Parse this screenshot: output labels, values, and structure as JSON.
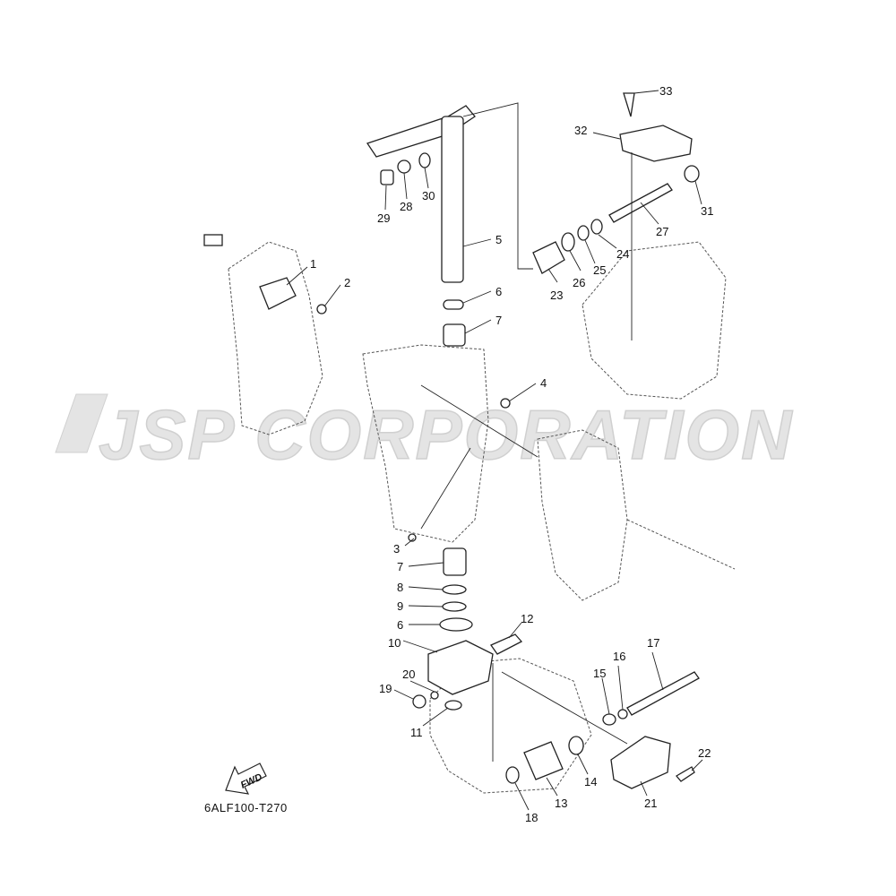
{
  "watermark": "JSP CORPORATION",
  "diagram_code": "6ALF100-T270",
  "fwd_label": "FWD",
  "callouts": [
    "33",
    "32",
    "31",
    "27",
    "24",
    "25",
    "26",
    "23",
    "29",
    "28",
    "30",
    "5",
    "6",
    "7",
    "1",
    "2",
    "4",
    "3",
    "7",
    "8",
    "9",
    "6",
    "10",
    "12",
    "17",
    "15",
    "16",
    "20",
    "19",
    "11",
    "22",
    "13",
    "14",
    "18",
    "21"
  ]
}
